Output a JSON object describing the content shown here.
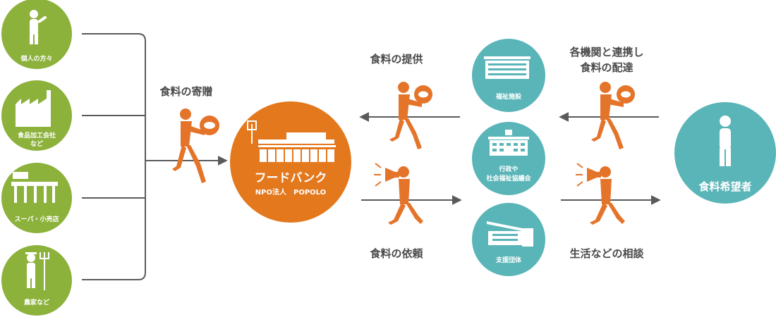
{
  "donors": {
    "individual": "個人の方々",
    "food_processor_line1": "食品加工会社",
    "food_processor_line2": "など",
    "supermarket": "スーパ・小売店",
    "farmer": "農家など"
  },
  "labels": {
    "donation": "食料の寄贈",
    "supply": "食料の提供",
    "request": "食料の依頼",
    "cooperation_line1": "各機関と連携し",
    "cooperation_line2": "食料の配達",
    "consultation": "生活などの相談"
  },
  "foodbank": {
    "name": "フードバンク",
    "org": "NPO法人　POPOLO"
  },
  "agencies": {
    "welfare_facility": "福祉施設",
    "gov_line1": "行政や",
    "gov_line2": "社会福祉協議会",
    "support_group": "支援団体"
  },
  "recipient": "食料希望者",
  "colors": {
    "donor_green": "#8cb23c",
    "foodbank_orange": "#e3781d",
    "agency_teal": "#5ab5b8",
    "person_orange": "#e4742a",
    "arrow_gray": "#5a5a5a",
    "text_gray": "#4a4a4a"
  }
}
